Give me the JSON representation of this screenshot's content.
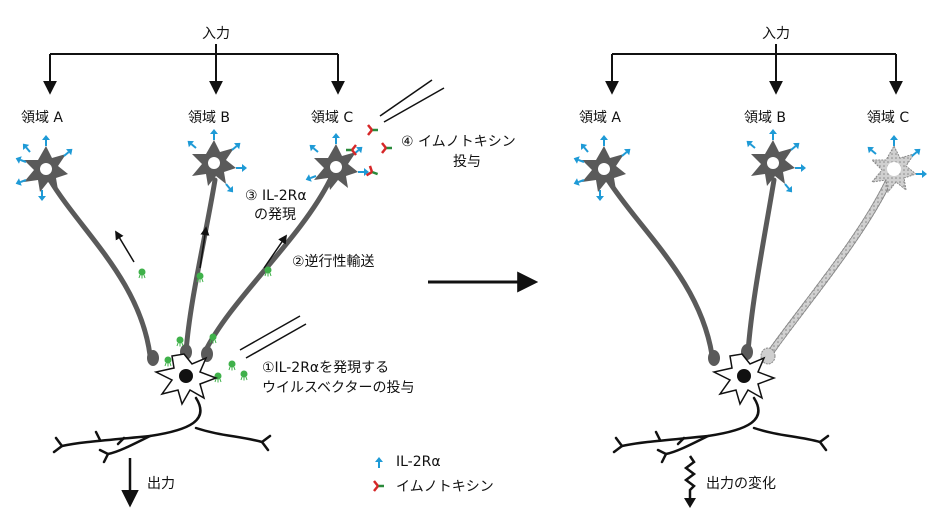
{
  "left_panel": {
    "input_label": "入力",
    "regions": [
      "領域 A",
      "領域 B",
      "領域 C"
    ],
    "steps": {
      "step1_line1": "①IL-2Rαを発現する",
      "step1_line2": "ウイルスベクターの投与",
      "step2": "②逆行性輸送",
      "step3_line1": "③ IL-2Rα",
      "step3_line2": "の発現",
      "step4_line1": "④ イムノトキシン",
      "step4_line2": "投与"
    },
    "output_label": "出力"
  },
  "right_panel": {
    "input_label": "入力",
    "regions": [
      "領域 A",
      "領域 B",
      "領域 C"
    ],
    "output_label": "出力の変化"
  },
  "legend": {
    "items": [
      {
        "label": "IL-2Rα",
        "icon": "il2r-receptor-icon",
        "color": "#1e9ad6"
      },
      {
        "label": "イムノトキシン",
        "icon": "immunotoxin-icon",
        "color": "#d62728"
      }
    ]
  },
  "colors": {
    "neuron_fill": "#5a5a5a",
    "neuron_ablated": "#c8c8c8",
    "receptor": "#1e9ad6",
    "immunotoxin_red": "#d62728",
    "immunotoxin_green": "#2a8a3a",
    "virus_green": "#3fb14a"
  }
}
